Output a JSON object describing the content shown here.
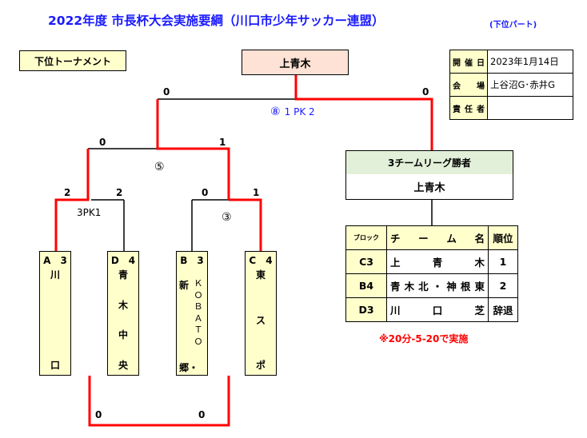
{
  "header": {
    "title": "2022年度 市長杯大会実施要綱（川口市少年サッカー連盟）",
    "subtitle": "(下位パート)"
  },
  "tag": "下位トーナメント",
  "final_winner": "上青木",
  "info": [
    {
      "label": "開催日",
      "value": "2023年1月14日"
    },
    {
      "label": "会場",
      "value": "上谷沼G･赤井G"
    },
    {
      "label": "責任者",
      "value": ""
    }
  ],
  "bracket": {
    "final": {
      "match_no": "⑧",
      "result": "1 PK 2",
      "left_score": "0",
      "right_score": "0"
    },
    "semi": {
      "match_no": "⑤",
      "left_score": "0",
      "right_score": "1"
    },
    "qf_left": {
      "left_score": "2",
      "right_score": "2",
      "note": "3PK1"
    },
    "qf_right": {
      "match_no": "③",
      "left_score": "0",
      "right_score": "1"
    },
    "bottom": {
      "left_score": "0",
      "right_score": "0"
    },
    "teams": [
      {
        "code": "A　3",
        "chars": [
          "川",
          "口"
        ]
      },
      {
        "code": "D　4",
        "chars": [
          "青",
          "木",
          "中",
          "央"
        ]
      },
      {
        "code": "B　3",
        "chars": [
          "新",
          "ＫＯＢＡＴＯ",
          "郷・"
        ]
      },
      {
        "code": "C　4",
        "chars": [
          "東",
          "ス",
          "ポ"
        ]
      }
    ]
  },
  "league": {
    "title": "3チームリーグ勝者",
    "winner": "上青木",
    "headers": {
      "block": "ブロック",
      "name": "チ　ー　ム　名",
      "rank": "順位"
    },
    "rows": [
      {
        "block": "C3",
        "name": "上　青　木",
        "rank": "1"
      },
      {
        "block": "B4",
        "name": "青木北・神根東",
        "rank": "2"
      },
      {
        "block": "D3",
        "name": "川　口　芝",
        "rank": "辞退"
      }
    ],
    "note": "※20分-5-20で実施"
  },
  "colors": {
    "title": "#1a1aff",
    "win_line": "#ff0000",
    "note": "#ff0000"
  }
}
